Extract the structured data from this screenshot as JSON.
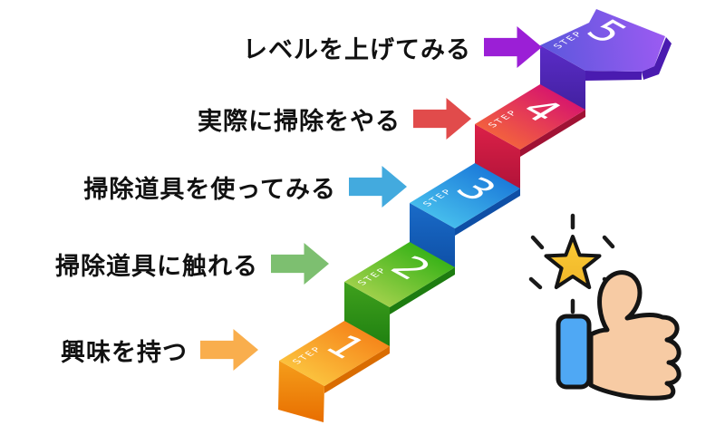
{
  "steps": [
    {
      "step_label": "STEP",
      "number": "1",
      "title": "興味を持つ",
      "arrow_color": "#F9AE4D",
      "tread_from": "#FBC13D",
      "tread_to": "#F6871B",
      "riser_from": "#F59E1B",
      "riser_to": "#E86E00",
      "edge": "#D96C00"
    },
    {
      "step_label": "STEP",
      "number": "2",
      "title": "掃除道具に触れる",
      "arrow_color": "#7DBF70",
      "tread_from": "#9ED04A",
      "tread_to": "#3BB319",
      "riser_from": "#3FA01D",
      "riser_to": "#1E7F10",
      "edge": "#1D7C10"
    },
    {
      "step_label": "STEP",
      "number": "3",
      "title": "掃除道具を使ってみる",
      "arrow_color": "#43AADE",
      "tread_from": "#45BCEC",
      "tread_to": "#1C7CDA",
      "riser_from": "#1A6BC8",
      "riser_to": "#0E4FA6",
      "edge": "#0E4FA6"
    },
    {
      "step_label": "STEP",
      "number": "4",
      "title": "実際に掃除をやる",
      "arrow_color": "#E14B4B",
      "tread_from": "#F2603F",
      "tread_to": "#D8186B",
      "riser_from": "#DC2148",
      "riser_to": "#AF1238",
      "edge": "#A01234"
    },
    {
      "step_label": "STEP",
      "number": "5",
      "title": "レベルを上げてみる",
      "arrow_color": "#9B1FD6",
      "tread_from": "#5B57DC",
      "tread_to": "#9C5BF2",
      "riser_from": "#5B2CC8",
      "riser_to": "#41209E",
      "edge": "#4A1BB0"
    }
  ],
  "badge": {
    "star_color": "#FBCB35",
    "star_color_dark": "#F0B62A",
    "sparkle_color": "#1A1A1A",
    "cuff_color": "#4FA8F4",
    "hand_color": "#F7CBA4",
    "outline_color": "#141414"
  },
  "text_color": "#111111",
  "background_color": "#FFFFFF",
  "step_text_color": "#FFFFFF"
}
